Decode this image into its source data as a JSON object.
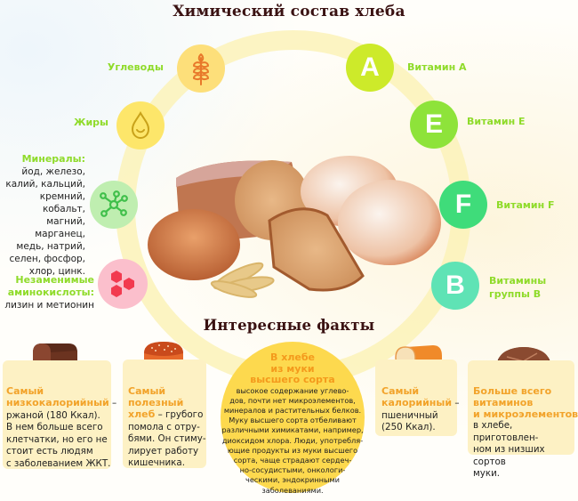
{
  "header": {
    "title": "Химический состав хлеба"
  },
  "composition": {
    "left": [
      {
        "label": "Углеводы",
        "icon": "wheat-icon",
        "color": "#fddf7a",
        "icon_color": "#e8782a"
      },
      {
        "label": "Жиры",
        "icon": "drop-icon",
        "color": "#fde66a",
        "icon_color": "#c9a21a"
      },
      {
        "label": "Минералы:",
        "icon": "molecule-icon",
        "color": "#bfeeb0",
        "icon_color": "#3fbf4a",
        "description": [
          "йод, железо,",
          "калий, кальций,",
          "кремний, кобальт,",
          "магний, марганец,",
          "медь, натрий,",
          "селен, фосфор,",
          "хлор, цинк."
        ]
      },
      {
        "label_lines": [
          "Незаменимые",
          "аминокислоты:"
        ],
        "icon": "hexagons-icon",
        "color": "#fbbfcc",
        "icon_color": "#f23a4f",
        "description": [
          "лизин и метионин"
        ]
      }
    ],
    "right": [
      {
        "letter": "A",
        "label": "Витамин А",
        "color": "#cdea2a"
      },
      {
        "letter": "E",
        "label": "Витамин Е",
        "color": "#8ee33a"
      },
      {
        "letter": "F",
        "label": "Витамин F",
        "color": "#3fdc7a"
      },
      {
        "letter": "B",
        "label_lines": [
          "Витамины",
          "группы В"
        ],
        "color": "#5fe3b5"
      }
    ]
  },
  "facts": {
    "title": "Интересные факты",
    "cards": [
      {
        "title_lines": [
          "Самый",
          "низкокалорийный"
        ],
        "dash": " –",
        "text_lines": [
          "ржаной (180 Ккал).",
          "В нем больше всего",
          "клетчатки, но его не",
          "стоит есть людям",
          "с заболеванием ЖКТ."
        ],
        "image": "rye-loaf-image"
      },
      {
        "title_lines": [
          "Самый",
          "полезный",
          "хлеб"
        ],
        "dash": " – грубого",
        "text_lines": [
          "помола с отру-",
          "бями. Он стиму-",
          "лирует работу",
          "кишечника."
        ],
        "image": "wholegrain-loaf-image"
      },
      {
        "title_lines": [
          "В хлебе",
          "из муки",
          "высшего сорта"
        ],
        "text_lines": [
          "высокое содержание углево-",
          "дов, почти нет микроэлементов,",
          "минералов и растительных белков.",
          "Муку высшего сорта отбеливают",
          "различными химикатами, например,",
          "диоксидом хлора. Люди, употребля-",
          "ющие продукты из муки высшего",
          "сорта, чаще страдают сердеч-",
          "но-сосудистыми, онкологи-",
          "ческими, эндокринными",
          "заболеваниями."
        ]
      },
      {
        "title_lines": [
          "Самый",
          "калорийный"
        ],
        "dash": " –",
        "text_lines": [
          "пшеничный",
          "(250 Ккал)."
        ],
        "image": "white-loaf-image"
      },
      {
        "title_lines": [
          "Больше всего",
          "витаминов",
          "и микроэлементов"
        ],
        "text_lines": [
          "в хлебе, приготовлен-",
          "ном из низших сортов",
          "муки."
        ],
        "image": "round-loaf-image"
      }
    ]
  }
}
